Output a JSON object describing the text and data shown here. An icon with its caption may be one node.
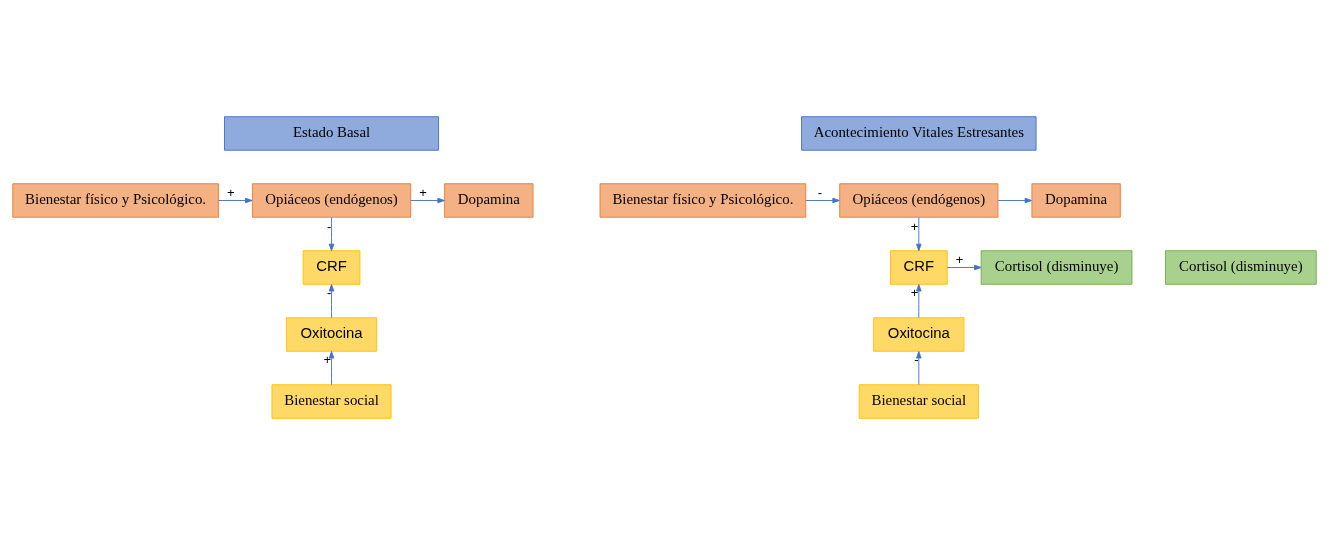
{
  "diagram": {
    "nodes": [
      {
        "text": [
          "Estado Basal"
        ]
      },
      {
        "text": [
          "Bienestar físico y Psicológico."
        ]
      },
      {
        "text": [
          "Opiáceos (endógenos)"
        ]
      },
      {
        "text": [
          "Dopamina"
        ]
      },
      {
        "text": [
          "CRF"
        ]
      },
      {
        "text": [
          "Cortisol (disminuye)"
        ]
      },
      {
        "text": [
          "Oxitocina"
        ]
      },
      {
        "text": [
          "Bienestar social"
        ]
      },
      {
        "text": [
          "Acontecimiento Vitales Estresantes"
        ]
      },
      {
        "text": [
          "Bienestar físico y Psicológico."
        ]
      },
      {
        "text": [
          "Opiáceos (endógenos)"
        ]
      },
      {
        "text": [
          "Dopamina"
        ]
      },
      {
        "text": [
          "CRF"
        ]
      },
      {
        "text": [
          "Cortisol (disminuye)"
        ]
      },
      {
        "text": [
          "Oxitocina"
        ]
      },
      {
        "text": [
          "Bienestar social"
        ]
      }
    ],
    "edges": [
      {
        "from": 1,
        "to": 2,
        "arrow": "to",
        "label": "+"
      },
      {
        "from": 2,
        "to": 3,
        "arrow": "to",
        "label": "+"
      },
      {
        "from": 2,
        "to": 4,
        "arrow": "to",
        "label": "-"
      },
      {
        "from": 6,
        "to": 4,
        "arrow": "to",
        "label": "-"
      },
      {
        "from": 7,
        "to": 6,
        "arrow": "to",
        "label": "+"
      },
      {
        "from": 9,
        "to": 10,
        "arrow": "to",
        "label": "-"
      },
      {
        "from": 10,
        "to": 11,
        "arrow": "to"
      },
      {
        "from": 10,
        "to": 12,
        "arrow": "to",
        "label": "+"
      },
      {
        "from": 12,
        "to": 13,
        "arrow": "to",
        "label": "+"
      },
      {
        "from": 14,
        "to": 12,
        "arrow": "to",
        "label": "+"
      },
      {
        "from": 15,
        "to": 14,
        "arrow": "to",
        "label": "-"
      }
    ]
  }
}
